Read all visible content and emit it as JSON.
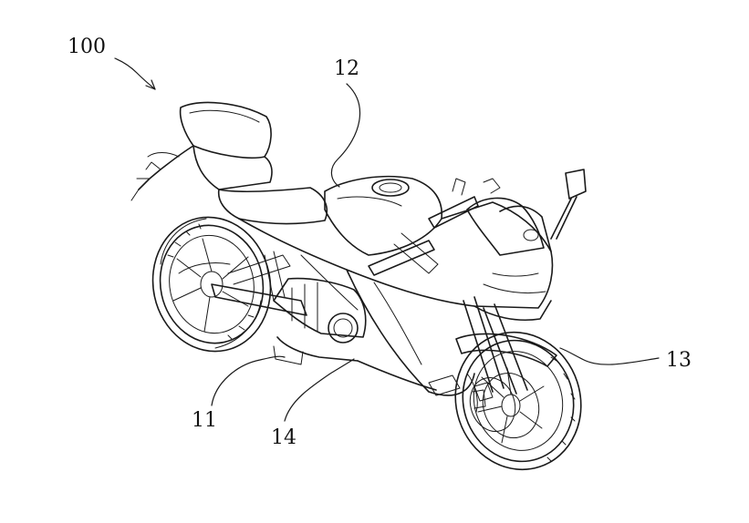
{
  "figure": {
    "labels": {
      "assembly": "100",
      "frame": "12",
      "front_fork": "13",
      "engine": "11",
      "transmission": "14"
    }
  }
}
